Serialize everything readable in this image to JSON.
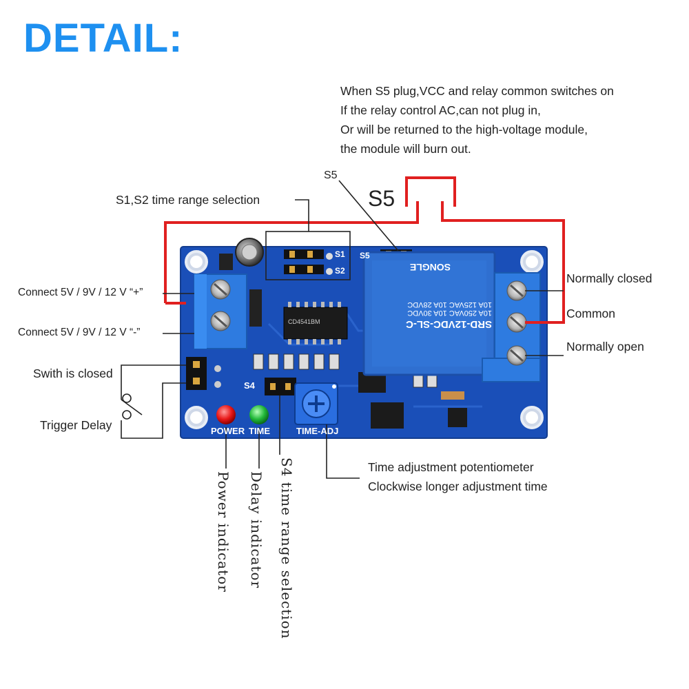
{
  "title": "DETAIL:",
  "warning_lines": [
    "When S5 plug,VCC and relay common switches on",
    "If the relay control AC,can not plug in,",
    "Or will be returned to the high-voltage module,",
    "the module will burn out."
  ],
  "labels": {
    "s5_small": "S5",
    "s5_large": "S5",
    "s1s2": "S1,S2 time range selection",
    "connect_plus": "Connect  5V / 9V / 12 V  “+”",
    "connect_minus": "Connect  5V / 9V / 12 V  “-”",
    "switch_closed": "Swith is closed",
    "trigger_delay": "Trigger Delay",
    "normally_closed": "Normally closed",
    "common": "Common",
    "normally_open": "Normally open",
    "pot_line1": "Time adjustment potentiometer",
    "pot_line2": "Clockwise longer adjustment time",
    "power_indicator": "Power indicator",
    "delay_indicator": "Delay indicator",
    "s4_range": "S4 time range selection"
  },
  "board": {
    "relay_lines": [
      "SRD-12VDC-SL-C",
      "10A 250VAC  10A 30VDC",
      "10A 125VAC  10A 28VDC"
    ],
    "relay_brand": "SONGLE",
    "silk_power": "POWER",
    "silk_time": "TIME",
    "silk_adj": "TIME-ADJ",
    "silk_s1": "S1",
    "silk_s2": "S2",
    "silk_s4": "S4",
    "silk_s5": "S5",
    "ic_text": "CD4541BM"
  },
  "colors": {
    "title": "#1e90f0",
    "pcb": "#1a4fb8",
    "relay": "#2f6fd0",
    "wire_red": "#e02020",
    "led_power": "#e81818",
    "led_time": "#22b83a"
  }
}
